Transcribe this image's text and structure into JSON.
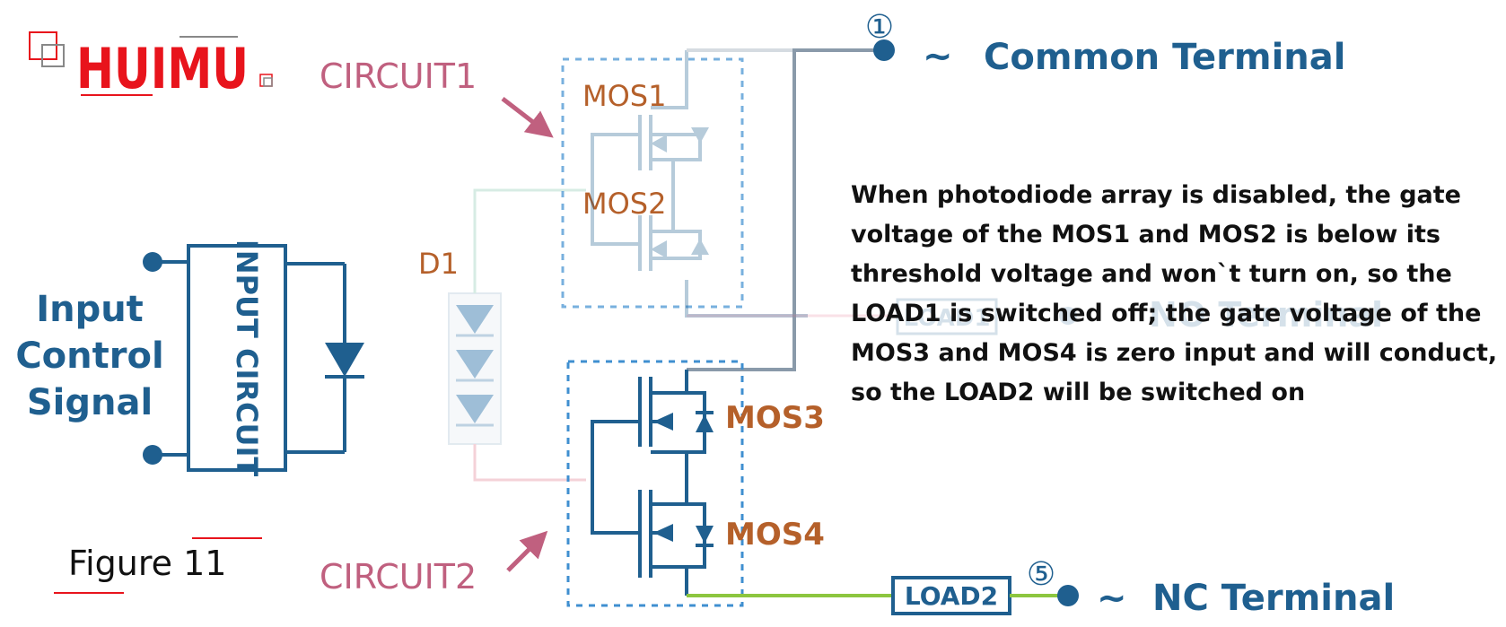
{
  "logo": {
    "text": "HUIMU"
  },
  "labels": {
    "circuit1": "CIRCUIT1",
    "circuit2": "CIRCUIT2",
    "mos1": "MOS1",
    "mos2": "MOS2",
    "mos3": "MOS3",
    "mos4": "MOS4",
    "d1": "D1",
    "input_circuit": "INPUT CIRCUIT",
    "input_signal": [
      "Input",
      "Control",
      "Signal"
    ],
    "load1": "LOAD1",
    "load2": "LOAD2",
    "no_terminal": "NO Terminal",
    "common_terminal": "Common Terminal",
    "nc_terminal": "NC Terminal",
    "tilde": "~",
    "pin1": "①",
    "pin5": "⑤",
    "figure": "Figure 11"
  },
  "description": [
    "When photodiode array is disabled, the gate",
    "voltage of the MOS1 and MOS2 is below its",
    "threshold voltage and won`t turn on, so the",
    "LOAD1 is switched off; the gate voltage of the",
    "MOS3 and MOS4 is zero input and will conduct,",
    "so the LOAD2 will be switched on"
  ],
  "colors": {
    "primary_blue": "#1f5f8f",
    "dashed_blue": "#3f8fd0",
    "label_orange": "#b5602a",
    "label_pink": "#c0607f",
    "common_wire": "#8a9aaa",
    "nc_wire": "#8cc63f",
    "logo_red": "#e8141c"
  }
}
